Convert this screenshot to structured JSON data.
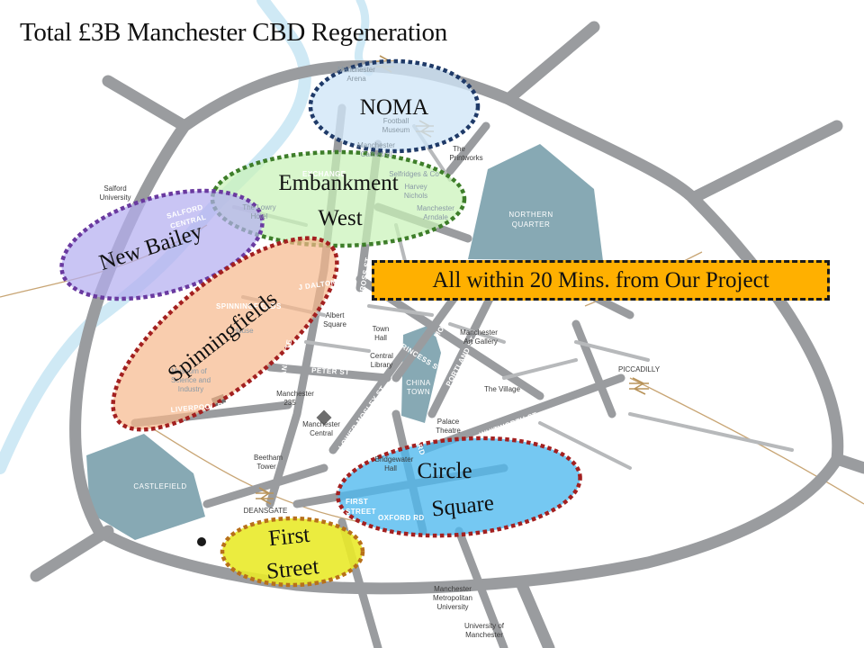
{
  "title": "Total £3B Manchester CBD Regeneration",
  "callout": "All within 20 Mins. from Our Project",
  "zones": [
    {
      "id": "noma",
      "lines": [
        "NOMA"
      ],
      "fill": "#cfe6f7",
      "stroke": "#1f3a68"
    },
    {
      "id": "embankment-west",
      "lines": [
        "Embankment",
        "West"
      ],
      "fill": "#c9f2b8",
      "stroke": "#3e7e2a"
    },
    {
      "id": "new-bailey",
      "lines": [
        "New Bailey"
      ],
      "fill": "#b4aef0",
      "stroke": "#6a3aa0"
    },
    {
      "id": "spinningfields",
      "lines": [
        "Spinningfields"
      ],
      "fill": "#f7b88b",
      "stroke": "#a32020"
    },
    {
      "id": "circle-square",
      "lines": [
        "Circle",
        "Square"
      ],
      "fill": "#4eb8ee",
      "stroke": "#a32020"
    },
    {
      "id": "first-street",
      "lines": [
        "First",
        "Street"
      ],
      "fill": "#e9ea2a",
      "stroke": "#b8701a"
    }
  ],
  "districts": [
    "NORTHERN",
    "QUARTER",
    "CHINA",
    "TOWN",
    "CASTLEFIELD"
  ],
  "stations": [
    "PICCADILLY",
    "DEANSGATE"
  ],
  "streets": [
    "J DALTON",
    "PETER ST",
    "PRINCESS ST",
    "PORTLAND ST",
    "MOSLEY ST",
    "LOWER MOSLEY ST",
    "OXFORD",
    "WHITWORTH ST",
    "LIVERPOOL RD",
    "DEANSGATE",
    "MARKET ST",
    "CROSS ST",
    "EXCHANGE",
    "SALFORD",
    "CENTRAL",
    "SPINNINGFIELDS",
    "FIRST",
    "STREET",
    "OXFORD RD"
  ],
  "landmarks": [
    "Manchester",
    "Arena",
    "Football",
    "Museum",
    "The",
    "Printworks",
    "Salford",
    "University",
    "Manchester",
    "Cathedral",
    "Selfridges & Co",
    "Harvey",
    "Nichols",
    "Manchester",
    "Arndale",
    "The Lowry",
    "Hotel",
    "Albert",
    "Square",
    "Town",
    "Hall",
    "Central",
    "Library",
    "Manchester",
    "Art Gallery",
    "The Village",
    "Museum of",
    "Science and",
    "Industry",
    "House",
    "Manchester",
    "235",
    "Manchester",
    "Central",
    "Palace",
    "Theatre",
    "Bridgewater",
    "Hall",
    "Beetham",
    "Tower",
    "Manchester",
    "Metropolitan",
    "University",
    "University of",
    "Manchester"
  ],
  "colors": {
    "road": "#9a9c9f",
    "river": "#cfe9f5",
    "district_fill": "#87a9b4",
    "rail": "#c8a574",
    "callout_bg": "#ffb000"
  }
}
